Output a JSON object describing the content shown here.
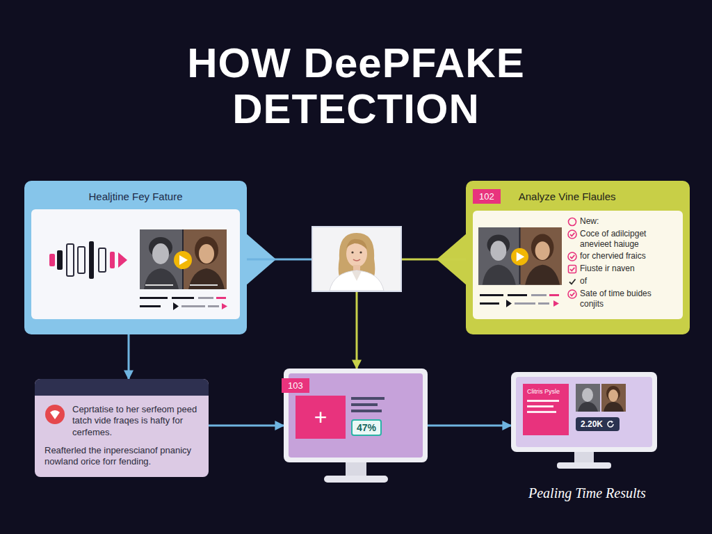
{
  "diagram": {
    "title": "HOW DeePFAKE DETECTION",
    "caption": "Pealing Time Results",
    "nodes": [
      {
        "text": [
          "Healjtine Fey Fature"
        ]
      },
      {
        "text": []
      },
      {
        "text": [
          "102",
          "Analyze Vine Flaules",
          "New:",
          "Coce of adilcipget anevieet haiuge",
          "for chervied fraics",
          "Fiuste ir naven",
          "of",
          "Sate of time buides conjits"
        ]
      },
      {
        "text": [
          "Ceprtatise to her serfeom peed tatch vide fraqes is hafty for cerfemes.",
          "Reafterled the inperescianof pnanicy nowland orice forr fending."
        ]
      },
      {
        "text": [
          "103",
          "+",
          "47%"
        ]
      },
      {
        "text": [
          "Clitris Pysle",
          "2.20K"
        ]
      }
    ],
    "edges": [
      {
        "from": 0,
        "to": 1,
        "arrow": "none"
      },
      {
        "from": 1,
        "to": 2,
        "arrow": "none"
      },
      {
        "from": 0,
        "to": 3,
        "arrow": "to"
      },
      {
        "from": 1,
        "to": 4,
        "arrow": "to"
      },
      {
        "from": 3,
        "to": 4,
        "arrow": "to"
      },
      {
        "from": 4,
        "to": 5,
        "arrow": "to"
      }
    ]
  }
}
